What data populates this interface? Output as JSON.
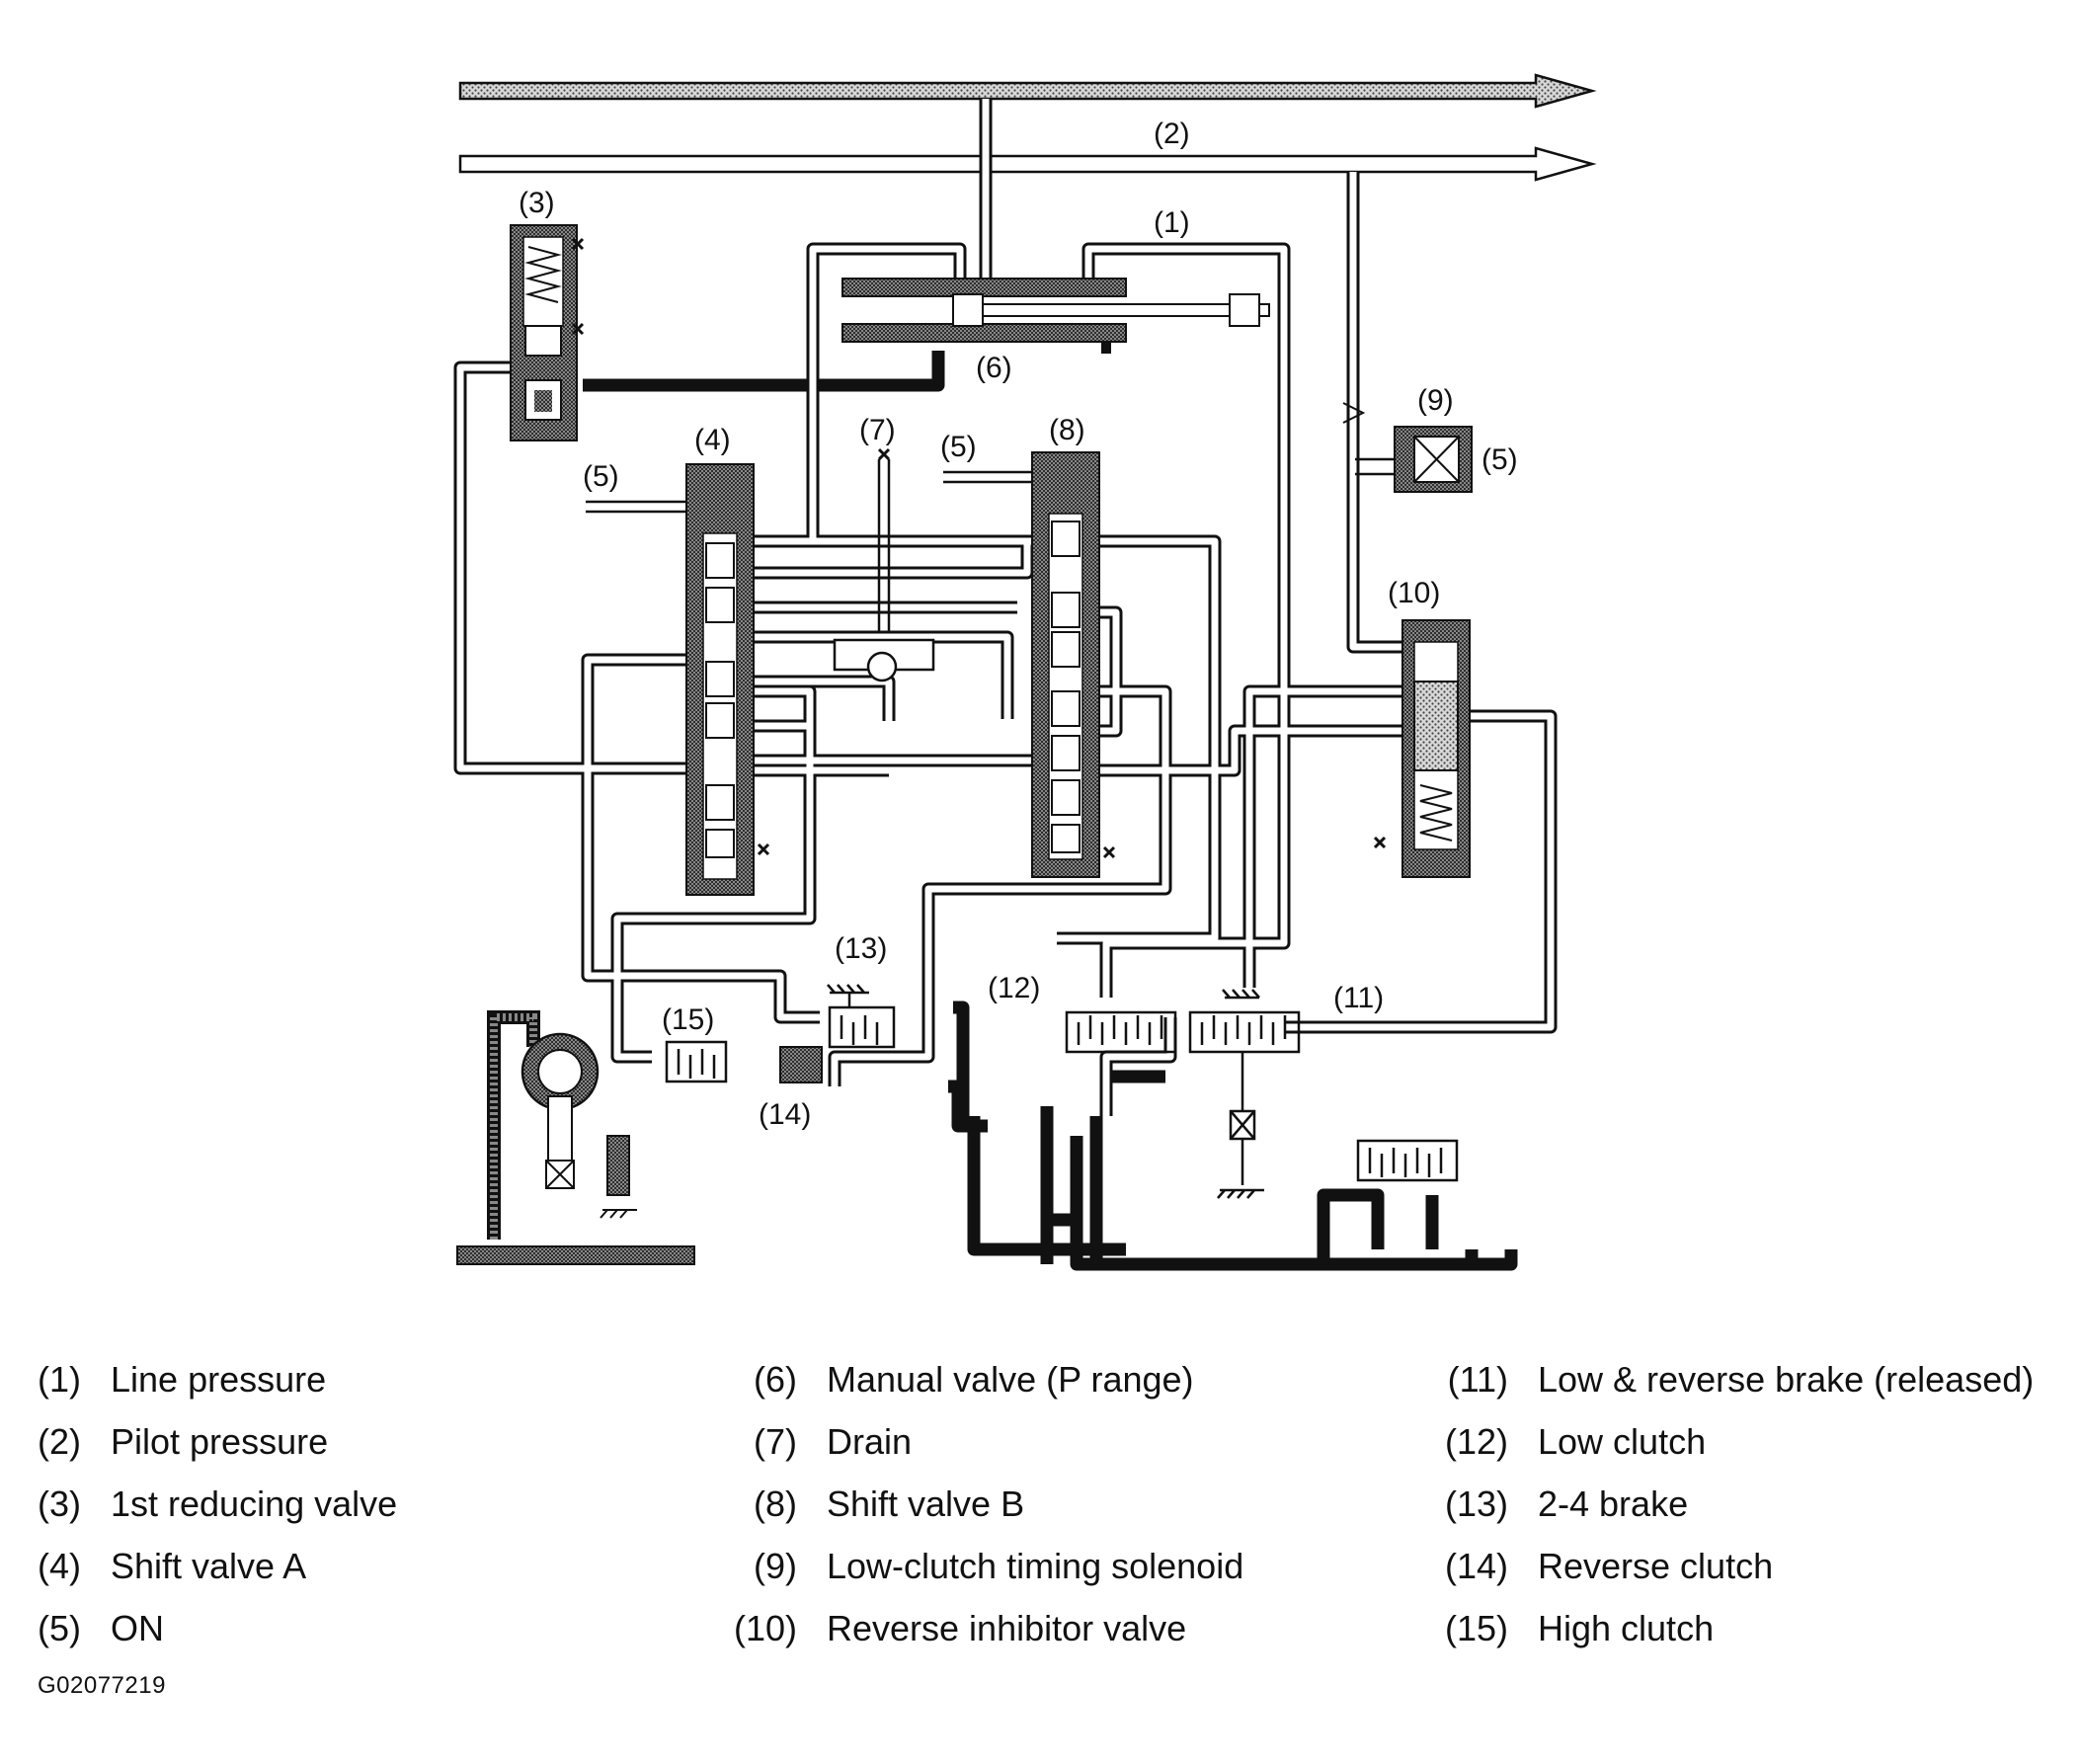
{
  "diagram": {
    "callouts": {
      "c1": "(1)",
      "c2": "(2)",
      "c3": "(3)",
      "c4": "(4)",
      "c5a": "(5)",
      "c5b": "(5)",
      "c5c": "(5)",
      "c6": "(6)",
      "c7": "(7)",
      "c8": "(8)",
      "c9": "(9)",
      "c10": "(10)",
      "c11": "(11)",
      "c12": "(12)",
      "c13": "(13)",
      "c14": "(14)",
      "c15": "(15)"
    }
  },
  "legend": {
    "col1": [
      {
        "num": "(1)",
        "text": "Line pressure"
      },
      {
        "num": "(2)",
        "text": "Pilot pressure"
      },
      {
        "num": "(3)",
        "text": "1st reducing valve"
      },
      {
        "num": "(4)",
        "text": "Shift valve A"
      },
      {
        "num": "(5)",
        "text": "ON"
      }
    ],
    "col2": [
      {
        "num": "(6)",
        "text": "Manual valve (P range)"
      },
      {
        "num": "(7)",
        "text": "Drain"
      },
      {
        "num": "(8)",
        "text": "Shift valve B"
      },
      {
        "num": "(9)",
        "text": "Low-clutch timing solenoid"
      },
      {
        "num": "(10)",
        "text": "Reverse inhibitor valve"
      }
    ],
    "col3": [
      {
        "num": "(11)",
        "text": "Low & reverse brake (released)"
      },
      {
        "num": "(12)",
        "text": "Low clutch"
      },
      {
        "num": "(13)",
        "text": "2-4 brake"
      },
      {
        "num": "(14)",
        "text": "Reverse clutch"
      },
      {
        "num": "(15)",
        "text": "High clutch"
      }
    ]
  },
  "figure_id": "G02077219"
}
